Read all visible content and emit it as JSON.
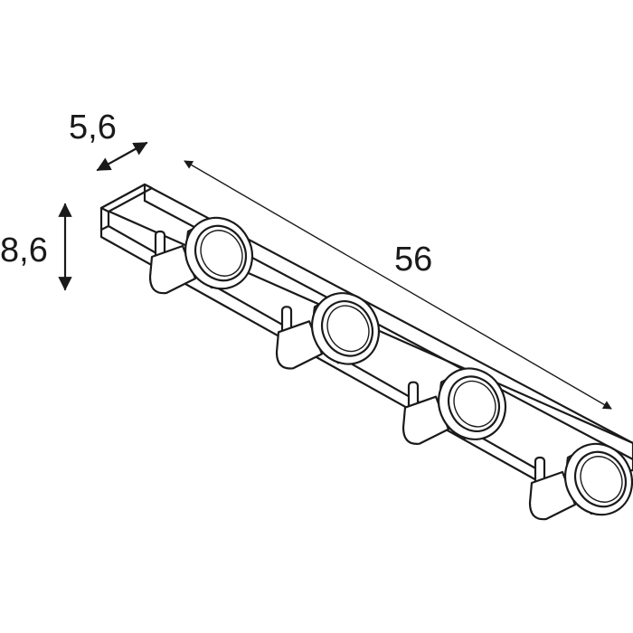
{
  "dimensions": {
    "depth": "5,6",
    "height": "8,6",
    "length": "56"
  },
  "spotlight_count": 4,
  "colors": {
    "line": "#1a1a1a",
    "background": "#ffffff"
  }
}
